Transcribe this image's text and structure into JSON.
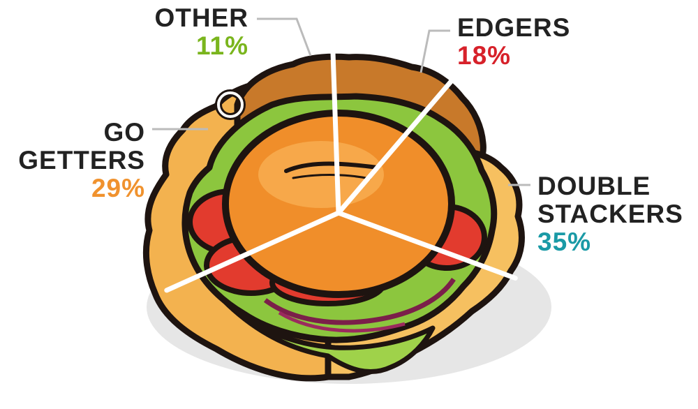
{
  "chart_data": {
    "type": "pie",
    "title": "",
    "slices": [
      {
        "label": "OTHER",
        "value": 11,
        "value_label": "11%",
        "color": "#7ab51d"
      },
      {
        "label": "EDGERS",
        "value": 18,
        "value_label": "18%",
        "color": "#d7212a"
      },
      {
        "label": "DOUBLE STACKERS",
        "value": 35,
        "value_label": "35%",
        "color": "#1a9aa6"
      },
      {
        "label": "GO GETTERS",
        "value": 29,
        "value_label": "29%",
        "color": "#f0922e"
      }
    ]
  }
}
